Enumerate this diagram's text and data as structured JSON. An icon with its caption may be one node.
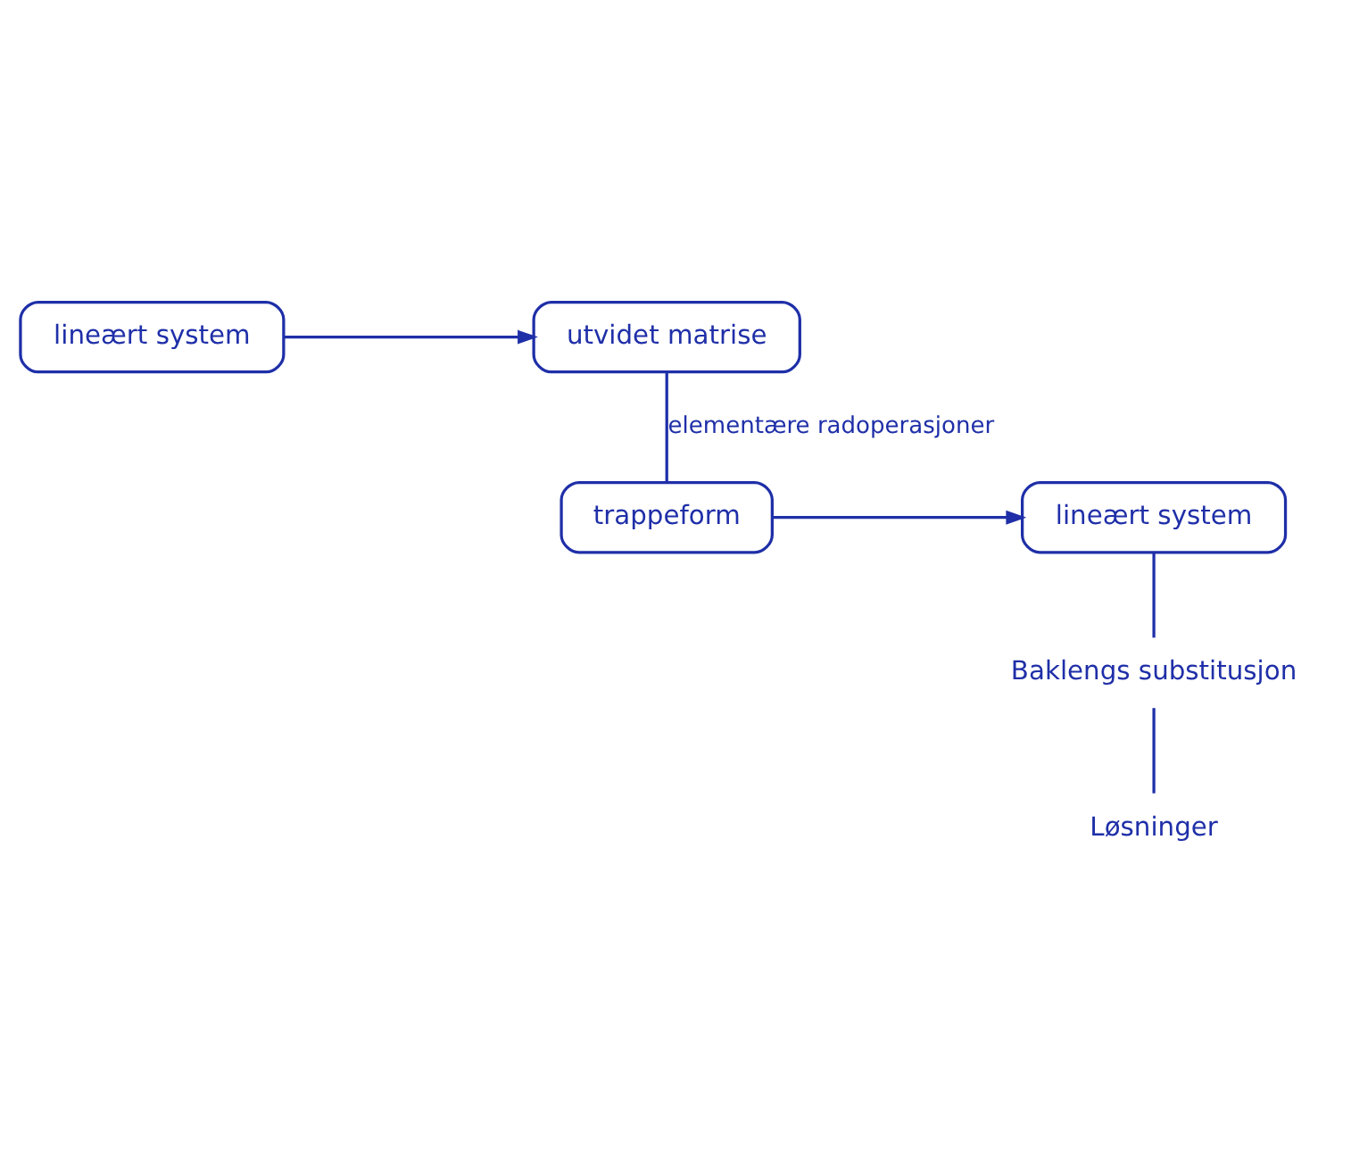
{
  "diagram": {
    "nodes": [
      {
        "text": [
          "lineært system"
        ]
      },
      {
        "text": [
          "utvidet matrise"
        ]
      },
      {
        "text": [
          "trappeform"
        ]
      },
      {
        "text": [
          "lineært system"
        ]
      },
      {
        "text": [
          "Baklengs substitusjon"
        ]
      },
      {
        "text": [
          "Løsninger"
        ]
      }
    ],
    "edges": [
      {
        "from": 0,
        "to": 1,
        "arrow": "to"
      },
      {
        "from": 1,
        "to": 2,
        "arrow": "none",
        "label": "elementære radoperasjoner"
      },
      {
        "from": 2,
        "to": 3,
        "arrow": "to"
      },
      {
        "from": 3,
        "to": 4,
        "arrow": "none"
      },
      {
        "from": 4,
        "to": 5,
        "arrow": "none"
      }
    ]
  }
}
